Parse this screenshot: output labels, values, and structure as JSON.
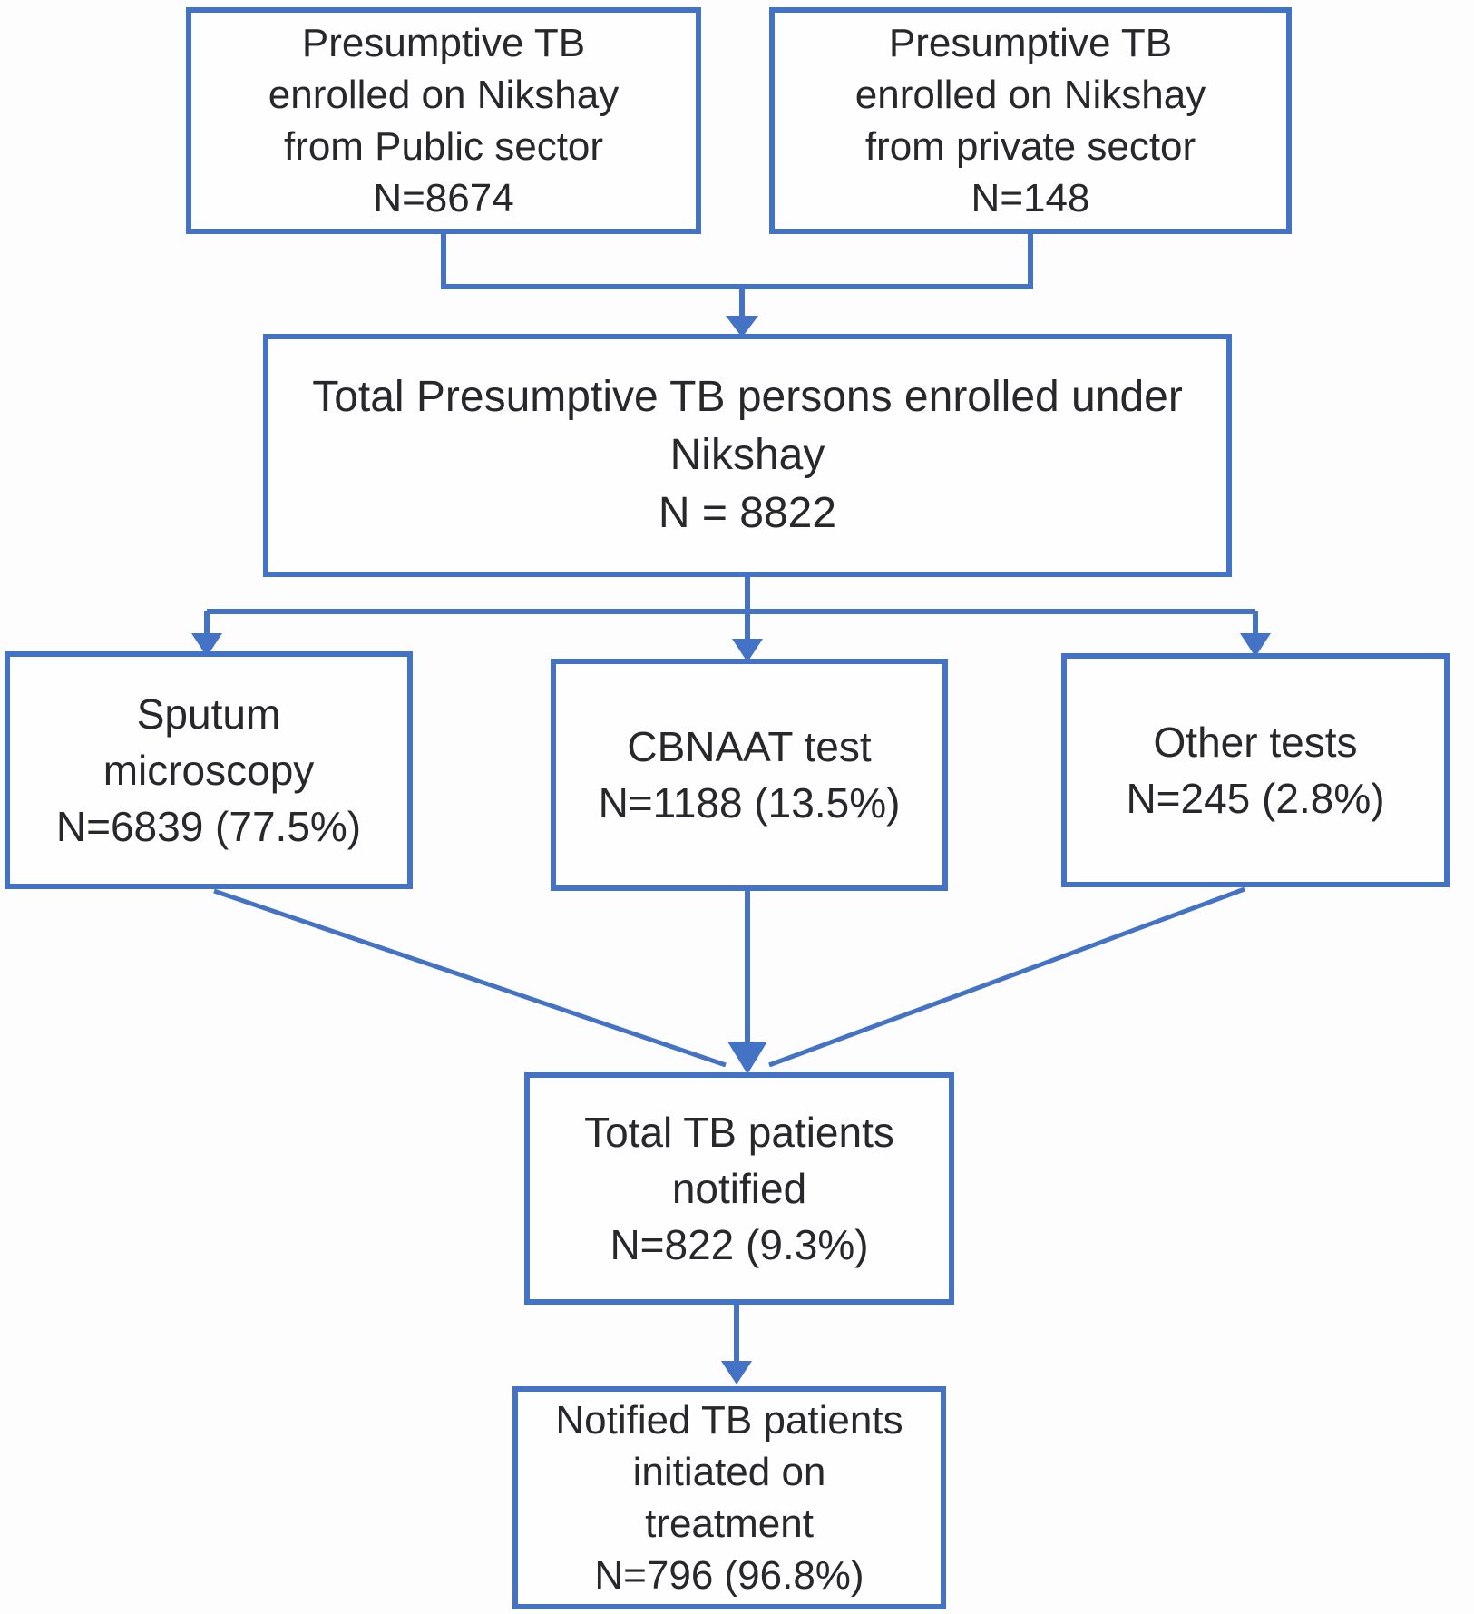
{
  "diagram": {
    "title": "Presumptive TB enrollment and notification flow (Nikshay)",
    "accent_color": "#4472c4",
    "text_color": "#28282c",
    "background_color": "#fdfdfd",
    "nodes": {
      "public": {
        "lines": [
          "Presumptive TB",
          "enrolled on Nikshay",
          "from Public sector",
          "N=8674"
        ],
        "n": 8674
      },
      "private": {
        "lines": [
          "Presumptive TB",
          "enrolled on Nikshay",
          "from private sector",
          "N=148"
        ],
        "n": 148
      },
      "total": {
        "lines": [
          "Total Presumptive TB persons enrolled under",
          "Nikshay",
          "N = 8822"
        ],
        "n": 8822
      },
      "sputum": {
        "lines": [
          "Sputum",
          "microscopy",
          "N=6839 (77.5%)"
        ],
        "n": 6839,
        "percent": "77.5%"
      },
      "cbnaat": {
        "lines": [
          "CBNAAT test",
          "N=1188 (13.5%)"
        ],
        "n": 1188,
        "percent": "13.5%"
      },
      "other": {
        "lines": [
          "Other tests",
          "N=245 (2.8%)"
        ],
        "n": 245,
        "percent": "2.8%"
      },
      "notified": {
        "lines": [
          "Total TB patients",
          "notified",
          "N=822 (9.3%)"
        ],
        "n": 822,
        "percent": "9.3%"
      },
      "treatment": {
        "lines": [
          "Notified TB patients",
          "initiated on",
          "treatment",
          "N=796 (96.8%)"
        ],
        "n": 796,
        "percent": "96.8%"
      }
    }
  }
}
